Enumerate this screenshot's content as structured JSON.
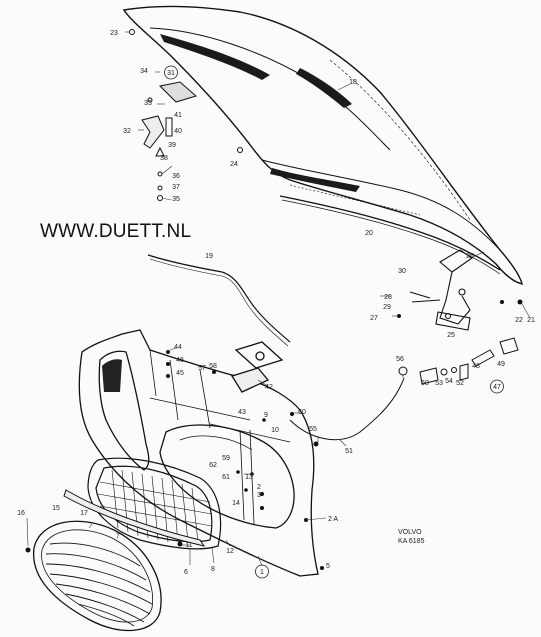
{
  "watermark": "WWW.DUETT.NL",
  "reference": {
    "brand": "VOLVO",
    "code": "KA 6185"
  },
  "callouts": [
    {
      "id": "c23",
      "text": "23"
    },
    {
      "id": "c18",
      "text": "18"
    },
    {
      "id": "c34",
      "text": "34"
    },
    {
      "id": "c31",
      "text": "31",
      "circled": true
    },
    {
      "id": "c33",
      "text": "33"
    },
    {
      "id": "c41",
      "text": "41"
    },
    {
      "id": "c32",
      "text": "32"
    },
    {
      "id": "c40",
      "text": "40"
    },
    {
      "id": "c39",
      "text": "39"
    },
    {
      "id": "c38",
      "text": "38"
    },
    {
      "id": "c36",
      "text": "36"
    },
    {
      "id": "c37",
      "text": "37"
    },
    {
      "id": "c35",
      "text": "35"
    },
    {
      "id": "c24",
      "text": "24"
    },
    {
      "id": "c20",
      "text": "20"
    },
    {
      "id": "c19",
      "text": "19"
    },
    {
      "id": "c26",
      "text": "26"
    },
    {
      "id": "c30",
      "text": "30"
    },
    {
      "id": "c28",
      "text": "28"
    },
    {
      "id": "c29",
      "text": "29"
    },
    {
      "id": "c27",
      "text": "27"
    },
    {
      "id": "c25",
      "text": "25"
    },
    {
      "id": "c22",
      "text": "22"
    },
    {
      "id": "c21",
      "text": "21"
    },
    {
      "id": "c44",
      "text": "44"
    },
    {
      "id": "c46",
      "text": "46"
    },
    {
      "id": "c45",
      "text": "45"
    },
    {
      "id": "c57",
      "text": "57"
    },
    {
      "id": "c58",
      "text": "58"
    },
    {
      "id": "c42",
      "text": "42"
    },
    {
      "id": "c43",
      "text": "43"
    },
    {
      "id": "c9",
      "text": "9"
    },
    {
      "id": "c60",
      "text": "60"
    },
    {
      "id": "c10",
      "text": "10"
    },
    {
      "id": "c55",
      "text": "55"
    },
    {
      "id": "c56",
      "text": "56"
    },
    {
      "id": "c50",
      "text": "50"
    },
    {
      "id": "c53",
      "text": "53"
    },
    {
      "id": "c54",
      "text": "54"
    },
    {
      "id": "c52",
      "text": "52"
    },
    {
      "id": "c48",
      "text": "48"
    },
    {
      "id": "c49",
      "text": "49"
    },
    {
      "id": "c47",
      "text": "47",
      "circled": true
    },
    {
      "id": "c51",
      "text": "51"
    },
    {
      "id": "c59",
      "text": "59"
    },
    {
      "id": "c62",
      "text": "62"
    },
    {
      "id": "c13",
      "text": "13"
    },
    {
      "id": "c61",
      "text": "61"
    },
    {
      "id": "c2",
      "text": "2"
    },
    {
      "id": "c3",
      "text": "3"
    },
    {
      "id": "c14",
      "text": "14"
    },
    {
      "id": "c2A",
      "text": "2 A"
    },
    {
      "id": "c16",
      "text": "16"
    },
    {
      "id": "c15",
      "text": "15"
    },
    {
      "id": "c17",
      "text": "17"
    },
    {
      "id": "c7",
      "text": "7"
    },
    {
      "id": "c11",
      "text": "11"
    },
    {
      "id": "c12",
      "text": "12"
    },
    {
      "id": "c6",
      "text": "6"
    },
    {
      "id": "c8",
      "text": "8"
    },
    {
      "id": "c1",
      "text": "1",
      "circled": true
    },
    {
      "id": "c5",
      "text": "5"
    }
  ]
}
